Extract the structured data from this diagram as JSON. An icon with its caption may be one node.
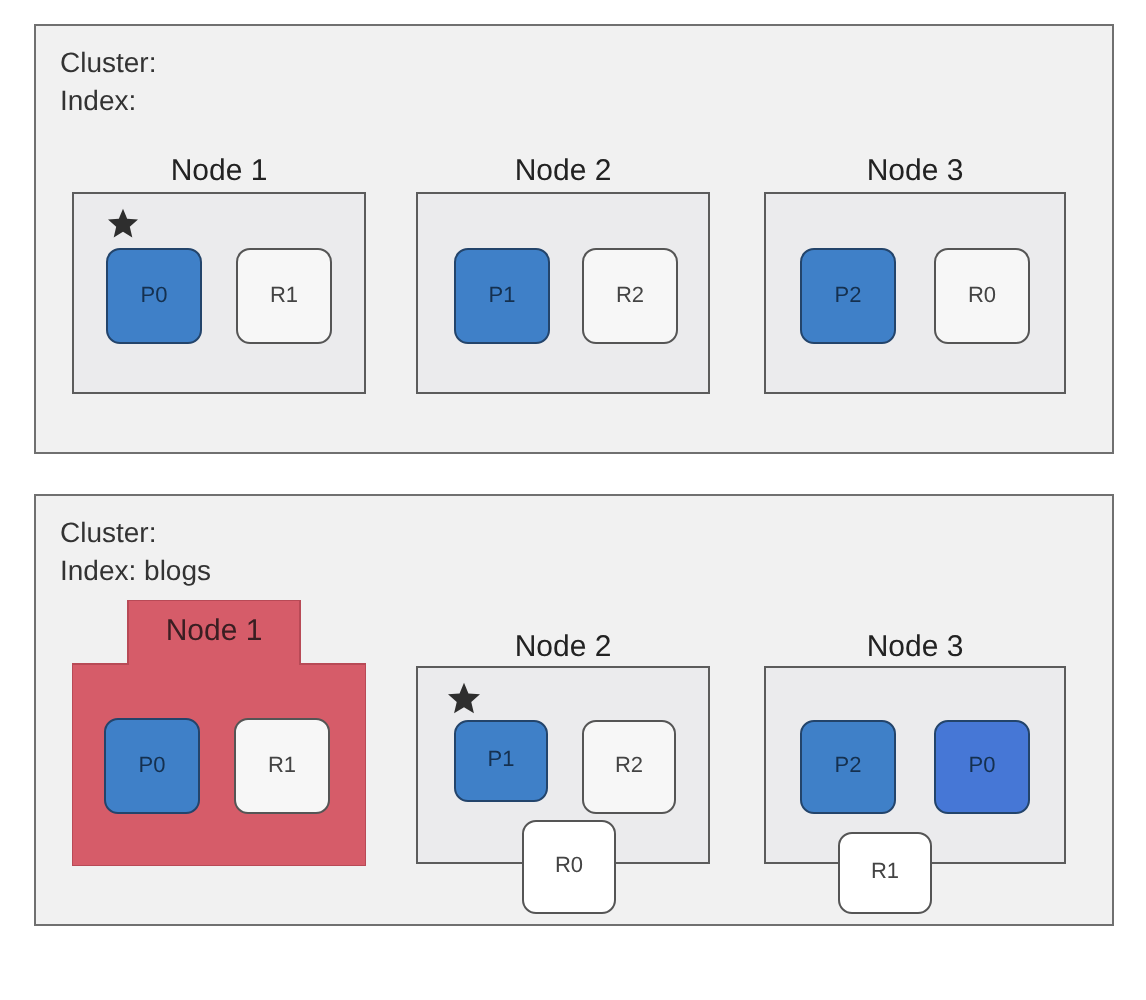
{
  "diagram": {
    "nodes": [
      {
        "text": [
          "Cluster:",
          "Index:"
        ]
      },
      {
        "text": [
          "Node 1"
        ],
        "in": 0
      },
      {
        "text": [
          "P0"
        ],
        "in": 1
      },
      {
        "text": [
          "R1"
        ],
        "in": 1
      },
      {
        "text": [
          "Node 2"
        ],
        "in": 0
      },
      {
        "text": [
          "P1"
        ],
        "in": 4
      },
      {
        "text": [
          "R2"
        ],
        "in": 4
      },
      {
        "text": [
          "Node 3"
        ],
        "in": 0
      },
      {
        "text": [
          "P2"
        ],
        "in": 7
      },
      {
        "text": [
          "R0"
        ],
        "in": 7
      },
      {
        "text": [
          "Cluster:",
          "Index: blogs"
        ]
      },
      {
        "text": [
          "Node 1"
        ],
        "in": 10
      },
      {
        "text": [
          "P0"
        ],
        "in": 11
      },
      {
        "text": [
          "R1"
        ],
        "in": 11
      },
      {
        "text": [
          "Node 2"
        ],
        "in": 10
      },
      {
        "text": [
          "P1"
        ],
        "in": 14
      },
      {
        "text": [
          "R2"
        ],
        "in": 14
      },
      {
        "text": [
          "R0"
        ],
        "in": 10
      },
      {
        "text": [
          "Node 3"
        ],
        "in": 10
      },
      {
        "text": [
          "P2"
        ],
        "in": 18
      },
      {
        "text": [
          "P0"
        ],
        "in": 18
      },
      {
        "text": [
          "R1"
        ],
        "in": 10
      }
    ]
  }
}
